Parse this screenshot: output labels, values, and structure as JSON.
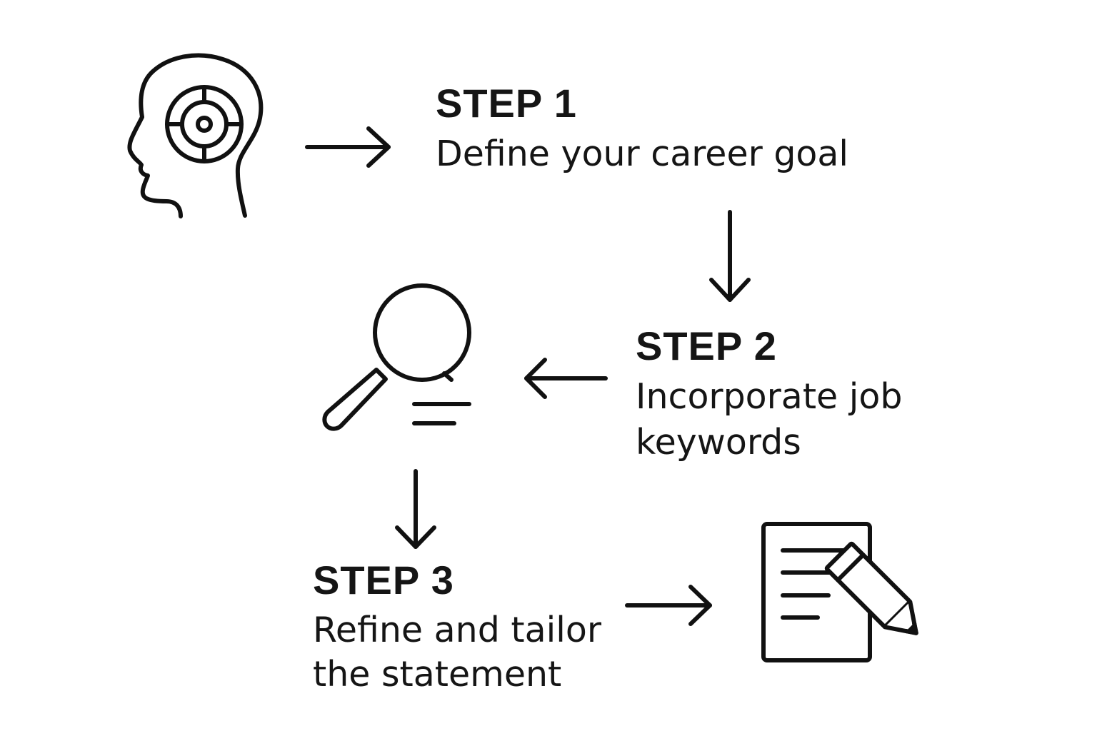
{
  "steps": [
    {
      "title": "STEP 1",
      "description": "Define your career goal",
      "icon": "head-target-icon"
    },
    {
      "title": "STEP 2",
      "description": "Incorporate job\nkeywords",
      "icon": "magnifier-icon"
    },
    {
      "title": "STEP 3",
      "description": "Refine and tailor\nthe statement",
      "icon": "document-pencil-icon"
    }
  ],
  "colors": {
    "background": "#ffffff",
    "stroke": "#111111",
    "text": "#151515"
  }
}
